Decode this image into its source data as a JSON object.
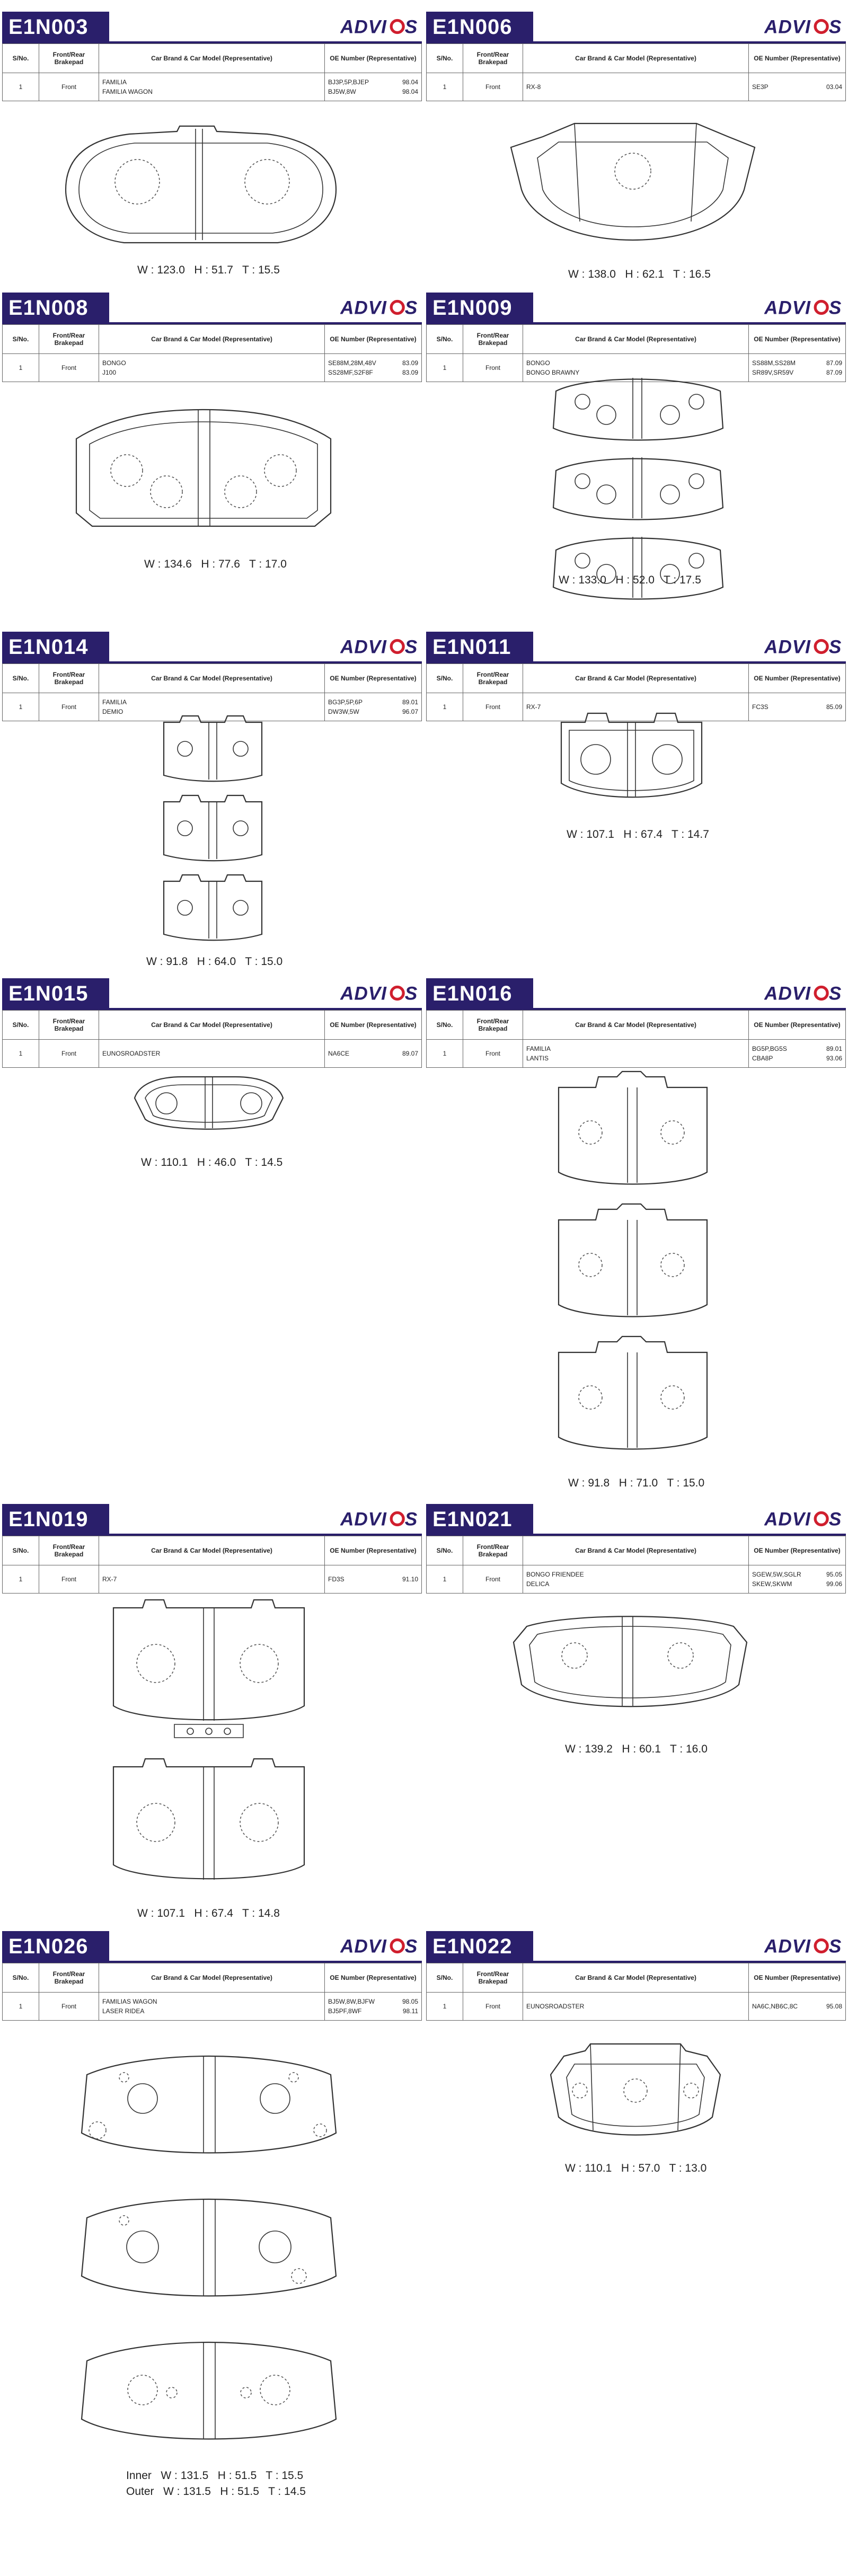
{
  "brand_logo_text": "ADVICS",
  "table_headers": {
    "sno": "S/No.",
    "front_rear": "Front/Rear Brakepad",
    "model": "Car Brand & Car Model (Representative)",
    "oe": "OE Number (Representative)"
  },
  "cards": {
    "e1n003": {
      "code": "E1N003",
      "sno": "1",
      "fr": "Front",
      "models": [
        "FAMILIA",
        "FAMILIA WAGON"
      ],
      "oe": [
        [
          "BJ3P,5P,BJEP",
          "98.04"
        ],
        [
          "BJ5W,8W",
          "98.04"
        ]
      ],
      "dims": "W : 123.0   H : 51.7   T : 15.5"
    },
    "e1n006": {
      "code": "E1N006",
      "sno": "1",
      "fr": "Front",
      "models": [
        "RX-8"
      ],
      "oe": [
        [
          "SE3P",
          "03.04"
        ]
      ],
      "dims": "W : 138.0   H : 62.1   T : 16.5"
    },
    "e1n008": {
      "code": "E1N008",
      "sno": "1",
      "fr": "Front",
      "models": [
        "BONGO",
        "J100"
      ],
      "oe": [
        [
          "SE88M,28M,48V",
          "83.09"
        ],
        [
          "SS28MF,S2F8F",
          "83.09"
        ]
      ],
      "dims": "W : 134.6   H : 77.6   T : 17.0"
    },
    "e1n009": {
      "code": "E1N009",
      "sno": "1",
      "fr": "Front",
      "models": [
        "BONGO",
        "BONGO BRAWNY"
      ],
      "oe": [
        [
          "SS88M,SS28M",
          "87.09"
        ],
        [
          "SR89V,SR59V",
          "87.09"
        ]
      ],
      "dims": "W : 133.0   H : 52.0   T : 17.5"
    },
    "e1n014": {
      "code": "E1N014",
      "sno": "1",
      "fr": "Front",
      "models": [
        "FAMILIA",
        "DEMIO"
      ],
      "oe": [
        [
          "BG3P,5P,6P",
          "89.01"
        ],
        [
          "DW3W,5W",
          "96.07"
        ]
      ],
      "dims": "W : 91.8   H : 64.0   T : 15.0"
    },
    "e1n011": {
      "code": "E1N011",
      "sno": "1",
      "fr": "Front",
      "models": [
        "RX-7"
      ],
      "oe": [
        [
          "FC3S",
          "85.09"
        ]
      ],
      "dims": "W : 107.1   H : 67.4   T : 14.7"
    },
    "e1n015": {
      "code": "E1N015",
      "sno": "1",
      "fr": "Front",
      "models": [
        "EUNOSROADSTER"
      ],
      "oe": [
        [
          "NA6CE",
          "89.07"
        ]
      ],
      "dims": "W : 110.1   H : 46.0   T : 14.5"
    },
    "e1n016": {
      "code": "E1N016",
      "sno": "1",
      "fr": "Front",
      "models": [
        "FAMILIA",
        "LANTIS"
      ],
      "oe": [
        [
          "BG5P,BG5S",
          "89.01"
        ],
        [
          "CBA8P",
          "93.06"
        ]
      ],
      "dims": "W : 91.8   H : 71.0   T : 15.0"
    },
    "e1n019": {
      "code": "E1N019",
      "sno": "1",
      "fr": "Front",
      "models": [
        "RX-7"
      ],
      "oe": [
        [
          "FD3S",
          "91.10"
        ]
      ],
      "dims": "W : 107.1   H : 67.4   T : 14.8"
    },
    "e1n021": {
      "code": "E1N021",
      "sno": "1",
      "fr": "Front",
      "models": [
        "BONGO FRIENDEE",
        "DELICA"
      ],
      "oe": [
        [
          "SGEW,5W,SGLR",
          "95.05"
        ],
        [
          "SKEW,SKWM",
          "99.06"
        ]
      ],
      "dims": "W : 139.2   H : 60.1   T : 16.0"
    },
    "e1n026": {
      "code": "E1N026",
      "sno": "1",
      "fr": "Front",
      "models": [
        "FAMILIAS WAGON",
        "LASER RIDEA"
      ],
      "oe": [
        [
          "BJ5W,8W,BJFW",
          "98.05"
        ],
        [
          "BJ5PF,8WF",
          "98.11"
        ]
      ],
      "dims_inner": "Inner   W : 131.5   H : 51.5   T : 15.5",
      "dims_outer": "Outer   W : 131.5   H : 51.5   T : 14.5"
    },
    "e1n022": {
      "code": "E1N022",
      "sno": "1",
      "fr": "Front",
      "models": [
        "EUNOSROADSTER"
      ],
      "oe": [
        [
          "NA6C,NB6C,8C",
          "95.08"
        ]
      ],
      "dims": "W : 110.1   H : 57.0   T : 13.0"
    }
  }
}
